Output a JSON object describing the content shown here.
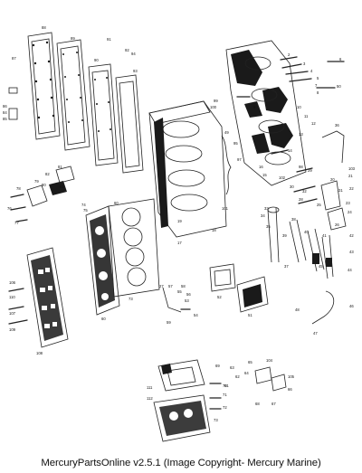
{
  "footer": {
    "caption": "MercuryPartsOnline v2.5.1 (Image Copyright- Mercury Marine)"
  },
  "labels": {
    "n88": "88",
    "n89": "89",
    "n87": "87",
    "n91": "91",
    "n92": "92",
    "n94": "94",
    "n90": "90",
    "n93": "93",
    "n86": "86",
    "n84": "84",
    "n85": "85",
    "n2": "2",
    "n3": "3",
    "n4": "4",
    "n5": "5",
    "n6": "6",
    "n7": "7",
    "n8": "8",
    "n50": "50",
    "n9": "9",
    "n10": "10",
    "n11": "11",
    "n12": "12",
    "n13": "13",
    "n36": "36",
    "n14": "14",
    "n99": "99",
    "n100": "100",
    "n49": "49",
    "n95": "95",
    "n97": "97",
    "n101": "101",
    "n16": "16",
    "n98": "98",
    "n15": "15",
    "n102": "102",
    "n103": "103",
    "n21": "21",
    "n20": "20",
    "n29": "29",
    "n22": "22",
    "n30": "30",
    "n32": "32",
    "n31": "31",
    "n28": "28",
    "n23": "23",
    "n25": "25",
    "n24": "24",
    "n26": "26",
    "n42": "42",
    "n43": "43",
    "n44": "44",
    "n33": "33",
    "n34": "34",
    "n35": "35",
    "n38": "38",
    "n39": "39",
    "n40": "40",
    "n41": "41",
    "n37": "37",
    "n45": "45",
    "n46": "46",
    "n47": "47",
    "n48": "48",
    "n17": "17",
    "n18": "18",
    "n52": "52",
    "n51": "51",
    "n53": "53",
    "n54": "54",
    "n55": "55",
    "n56": "56",
    "n57": "57",
    "n58": "58",
    "n59": "59",
    "n27": "27",
    "n73": "73",
    "n81": "81",
    "n82": "82",
    "n83": "83",
    "n78": "78",
    "n79": "79",
    "n80": "80",
    "n76": "76",
    "n77": "77",
    "n60": "60",
    "n74": "74",
    "n75": "75",
    "n19": "19",
    "n106": "106",
    "n107": "107",
    "n108": "108",
    "n110": "110",
    "n109": "109",
    "n65": "65",
    "n104": "104",
    "n63": "63",
    "n62": "62",
    "n64": "64",
    "n105": "105",
    "n66": "66",
    "n67": "67",
    "n68": "68",
    "n61": "61",
    "n69": "69",
    "n70": "70",
    "n71": "71",
    "n72": "72",
    "n111": "111",
    "n112": "112"
  }
}
